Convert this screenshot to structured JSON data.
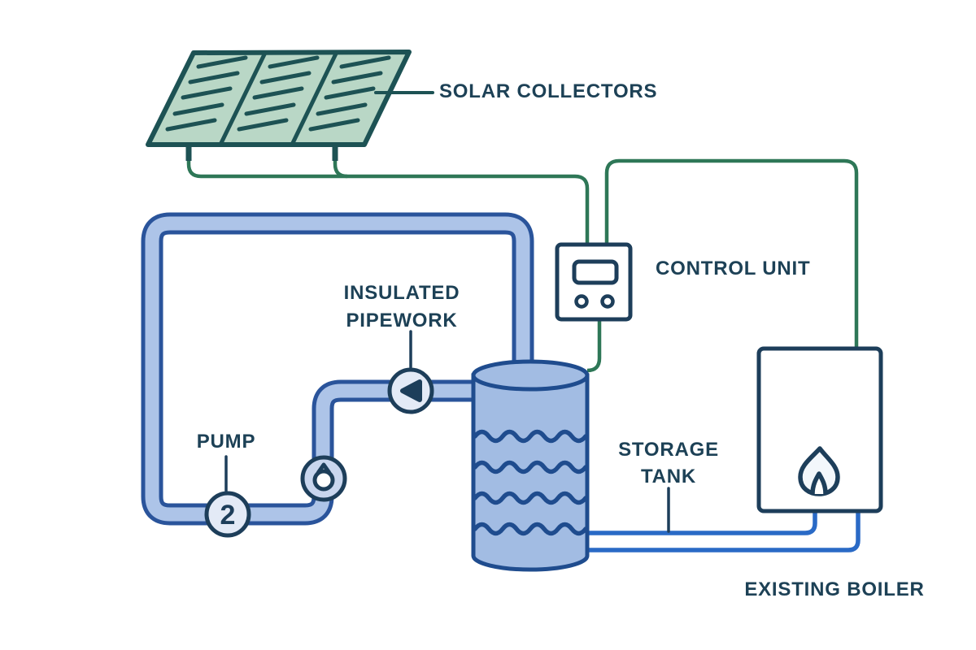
{
  "labels": {
    "solar_collectors": "SOLAR COLLECTORS",
    "control_unit": "CONTROL UNIT",
    "insulated_pipework_line1": "INSULATED",
    "insulated_pipework_line2": "PIPEWORK",
    "pump": "PUMP",
    "storage_tank_line1": "STORAGE",
    "storage_tank_line2": "TANK",
    "existing_boiler": "EXISTING BOILER"
  },
  "pump": {
    "number": "2"
  },
  "icons": {
    "solar_panel": "solar-collector-panel-icon",
    "control_display": "control-unit-display-icon",
    "control_buttons": "control-unit-buttons-icon",
    "flow_valve": "flow-direction-valve-icon",
    "pump_gauge": "pump-icon",
    "flame": "flame-icon",
    "water": "water-waves-icon"
  },
  "colors": {
    "label_text": "#1d4156",
    "outline_navy": "#1d3e5a",
    "pipe_fill": "#adc4e8",
    "pipe_outline": "#2a549b",
    "tank_fill": "#a2bce3",
    "tank_outline": "#1f4c8e",
    "collector_fill": "#b9d7c6",
    "collector_outline": "#1d5254",
    "wire_green": "#2e7757",
    "boiler_pipe_blue": "#2a6ac6",
    "node_fill_light": "#e3eaf6",
    "pump_node_fill": "#c9d6ee",
    "background": "#ffffff"
  }
}
